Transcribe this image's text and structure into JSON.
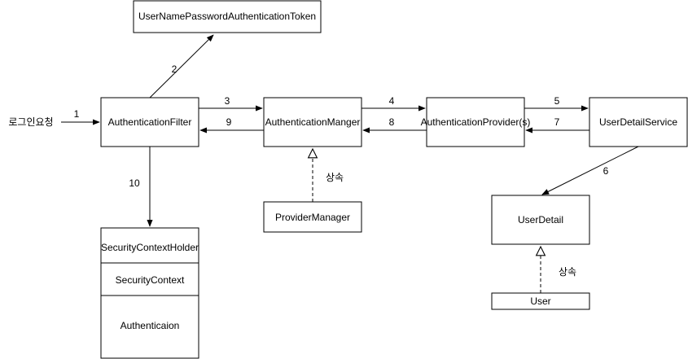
{
  "nodes": {
    "token": "UserNamePasswordAuthenticationToken",
    "filter": "AuthenticationFilter",
    "manager": "AuthenticationManger",
    "provider": "AuthenticationProvider(s)",
    "service": "UserDetailService",
    "provider_manager": "ProviderManager",
    "user_detail": "UserDetail",
    "user": "User",
    "holder": "SecurityContextHolder",
    "context": "SecurityContext",
    "auth": "Authenticaion"
  },
  "labels": {
    "login": "로그인요청",
    "n1": "1",
    "n2": "2",
    "n3": "3",
    "n4": "4",
    "n5": "5",
    "n6": "6",
    "n7": "7",
    "n8": "8",
    "n9": "9",
    "n10": "10",
    "inherit1": "상속",
    "inherit2": "상속"
  }
}
